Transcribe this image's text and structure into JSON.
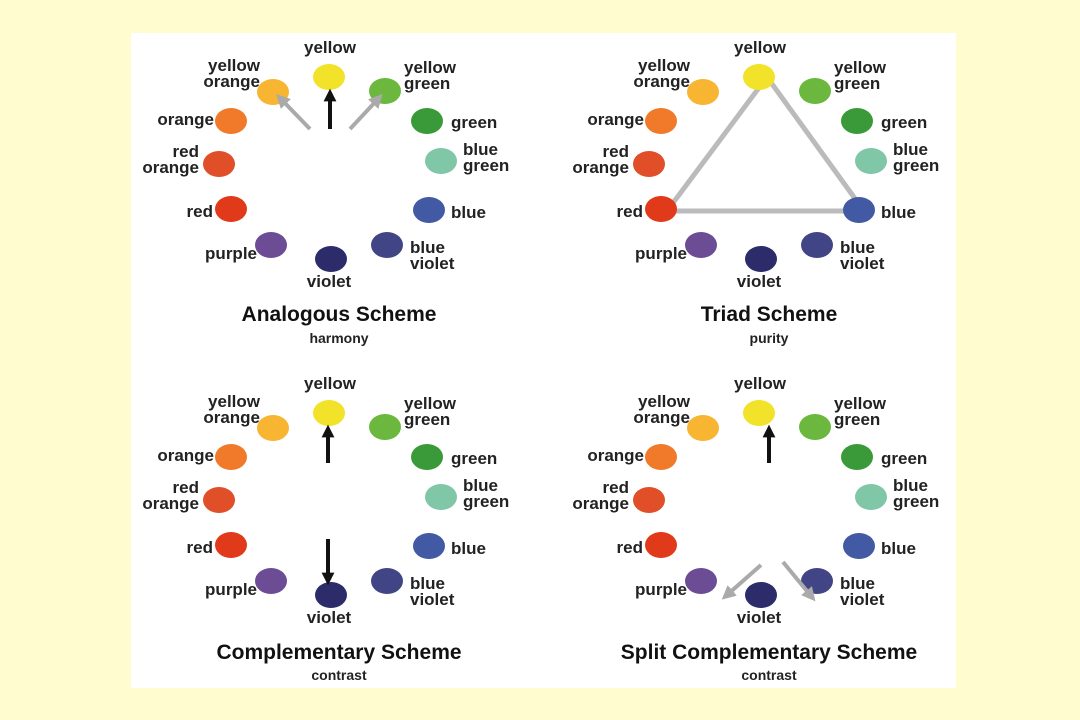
{
  "colors": {
    "page_background": "#FFFCCF",
    "panel_background": "#FFFFFF",
    "dark_arrow": "#111111",
    "light_arrow": "#AAAAAA",
    "triangle": "#BBBBBB"
  },
  "wheel": [
    {
      "key": "yellow",
      "lines": [
        "yellow"
      ],
      "color": "#F2E22A"
    },
    {
      "key": "yellow_green",
      "lines": [
        "yellow",
        "green"
      ],
      "color": "#6CB83F"
    },
    {
      "key": "green",
      "lines": [
        "green"
      ],
      "color": "#3A9A3A"
    },
    {
      "key": "blue_green",
      "lines": [
        "blue",
        "green"
      ],
      "color": "#7FC7A6"
    },
    {
      "key": "blue",
      "lines": [
        "blue"
      ],
      "color": "#425AA3"
    },
    {
      "key": "blue_violet",
      "lines": [
        "blue",
        "violet"
      ],
      "color": "#414585"
    },
    {
      "key": "violet",
      "lines": [
        "violet"
      ],
      "color": "#2C2C6A"
    },
    {
      "key": "purple",
      "lines": [
        "purple"
      ],
      "color": "#6D4C96"
    },
    {
      "key": "red",
      "lines": [
        "red"
      ],
      "color": "#E13A1B"
    },
    {
      "key": "red_orange",
      "lines": [
        "red",
        "orange"
      ],
      "color": "#E04F28"
    },
    {
      "key": "orange",
      "lines": [
        "orange"
      ],
      "color": "#F07A2A"
    },
    {
      "key": "yellow_orange",
      "lines": [
        "yellow",
        "orange"
      ],
      "color": "#F7B531"
    }
  ],
  "panels": [
    {
      "id": "analogous",
      "title": "Analogous Scheme",
      "subtitle": "harmony"
    },
    {
      "id": "triad",
      "title": "Triad Scheme",
      "subtitle": "purity"
    },
    {
      "id": "complementary",
      "title": "Complementary Scheme",
      "subtitle": "contrast"
    },
    {
      "id": "split_complementary",
      "title": "Split Complementary Scheme",
      "subtitle": "contrast"
    }
  ]
}
